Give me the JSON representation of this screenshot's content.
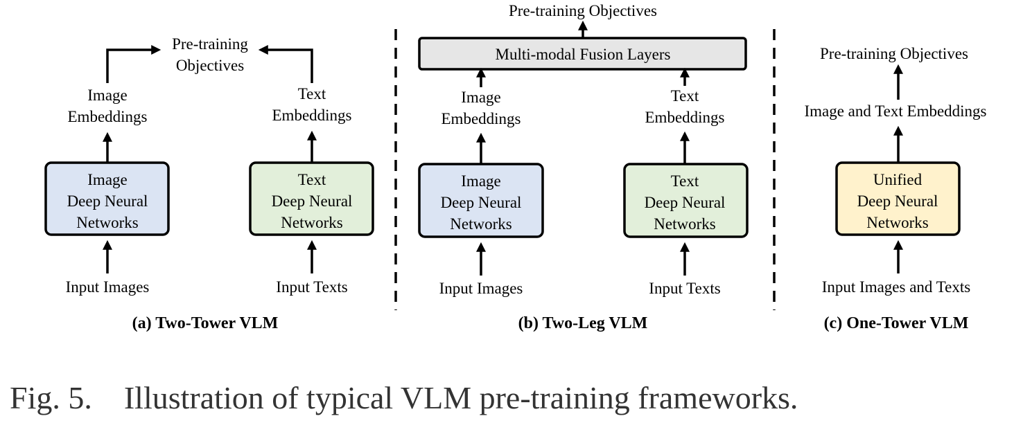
{
  "colors": {
    "image_box": "#dbe4f3",
    "text_box": "#e2efda",
    "unified_box": "#fff2cc",
    "fusion_box": "#e6e6e6"
  },
  "panel_a": {
    "objectives_line1": "Pre-training",
    "objectives_line2": "Objectives",
    "image_emb_line1": "Image",
    "image_emb_line2": "Embeddings",
    "text_emb_line1": "Text",
    "text_emb_line2": "Embeddings",
    "image_box": [
      "Image",
      "Deep Neural",
      "Networks"
    ],
    "text_box": [
      "Text",
      "Deep Neural",
      "Networks"
    ],
    "input_images": "Input Images",
    "input_texts": "Input Texts",
    "caption": "(a) Two-Tower VLM"
  },
  "panel_b": {
    "objectives": "Pre-training Objectives",
    "fusion": "Multi-modal Fusion Layers",
    "image_emb_line1": "Image",
    "image_emb_line2": "Embeddings",
    "text_emb_line1": "Text",
    "text_emb_line2": "Embeddings",
    "image_box": [
      "Image",
      "Deep Neural",
      "Networks"
    ],
    "text_box": [
      "Text",
      "Deep Neural",
      "Networks"
    ],
    "input_images": "Input Images",
    "input_texts": "Input Texts",
    "caption": "(b) Two-Leg VLM"
  },
  "panel_c": {
    "objectives": "Pre-training Objectives",
    "embeddings": "Image and Text Embeddings",
    "unified_box": [
      "Unified",
      "Deep Neural",
      "Networks"
    ],
    "input": "Input Images and Texts",
    "caption": "(c) One-Tower VLM"
  },
  "figure_caption": "Fig. 5.    Illustration of typical VLM pre-training frameworks."
}
